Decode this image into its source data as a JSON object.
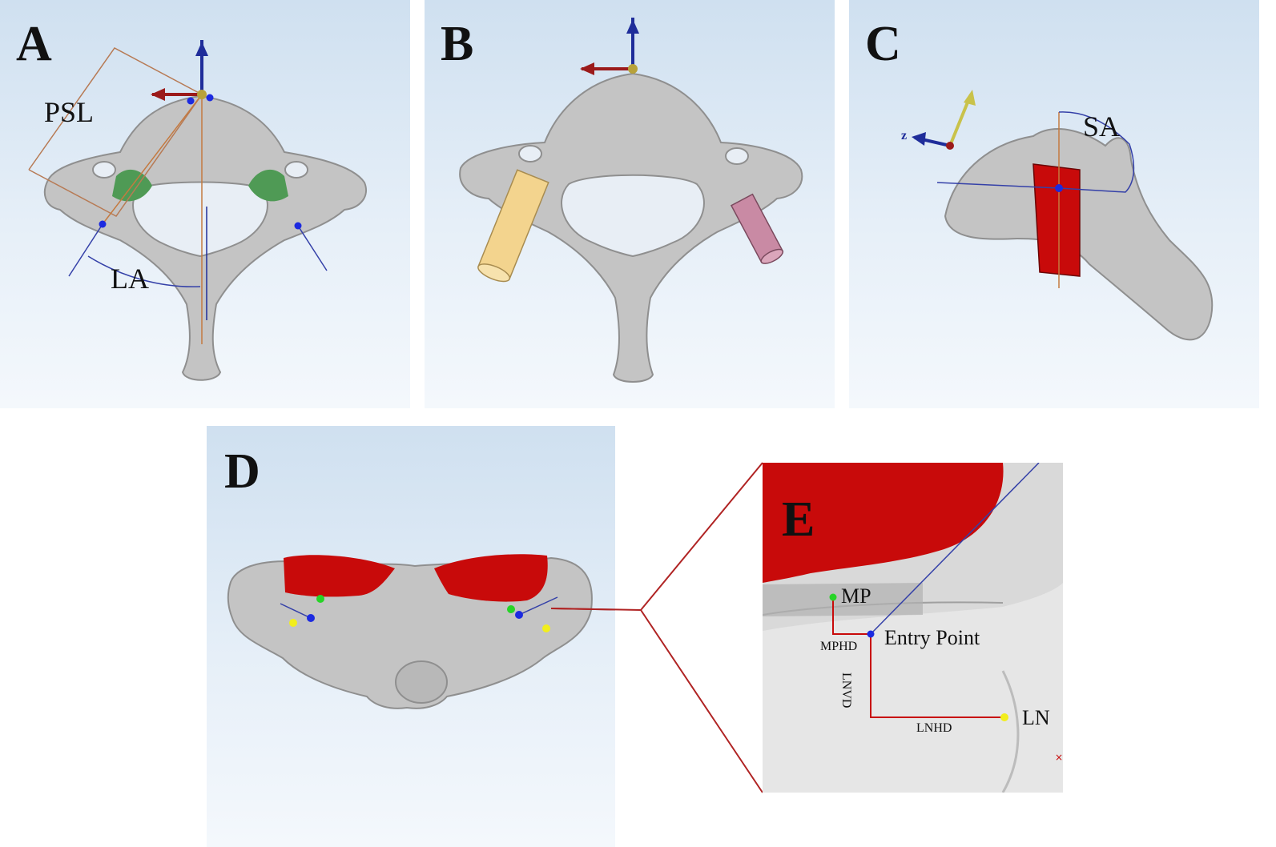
{
  "panels": {
    "a": {
      "letter": "A",
      "labels": {
        "psl": "PSL",
        "la": "LA"
      }
    },
    "b": {
      "letter": "B"
    },
    "c": {
      "letter": "C",
      "labels": {
        "sa": "SA",
        "z_axis": "z"
      }
    },
    "d": {
      "letter": "D"
    },
    "e": {
      "letter": "E",
      "labels": {
        "mp": "MP",
        "entry_point": "Entry Point",
        "mphd": "MPHD",
        "lnvd": "LNVD",
        "lnhd": "LNHD",
        "ln": "LN"
      }
    }
  },
  "colors": {
    "bone": "#c4c4c4",
    "bone_dark": "#8f8f8f",
    "facet_green": "#4f9a55",
    "screw_yellow": "#f3d48e",
    "screw_pink": "#c98aa4",
    "red": "#c80a0a",
    "axis_blue": "#1f2d9a",
    "axis_red": "#9b1a1a",
    "axis_yellow": "#c9c24a",
    "point_blue": "#1c2ae0",
    "point_green": "#27d427",
    "point_yellow": "#f2ee1c",
    "connector": "#b02323"
  }
}
